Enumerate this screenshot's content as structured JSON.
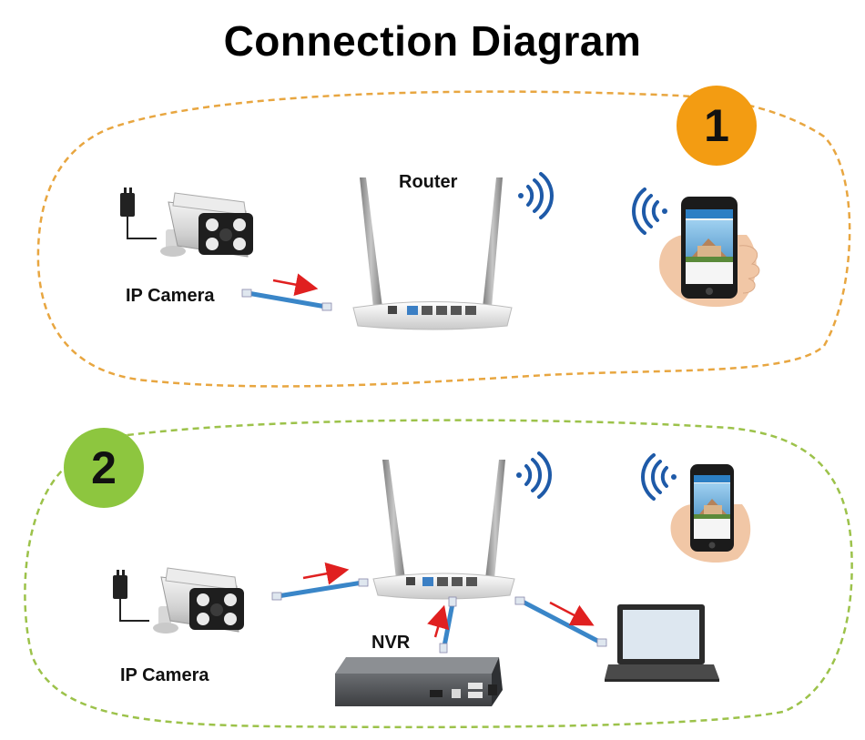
{
  "title": "Connection Diagram",
  "colors": {
    "scenario1_accent": "#f39c12",
    "scenario1_border": "#e8a640",
    "scenario2_accent": "#8dc63f",
    "scenario2_border": "#9cc24a",
    "arrow": "#e02020",
    "wifi": "#1e5aa8",
    "cable": "#3a86c8"
  },
  "scenarios": [
    {
      "badge": "1",
      "devices": {
        "camera_label": "IP Camera",
        "router_label": "Router"
      }
    },
    {
      "badge": "2",
      "devices": {
        "camera_label": "IP Camera",
        "nvr_label": "NVR"
      }
    }
  ]
}
